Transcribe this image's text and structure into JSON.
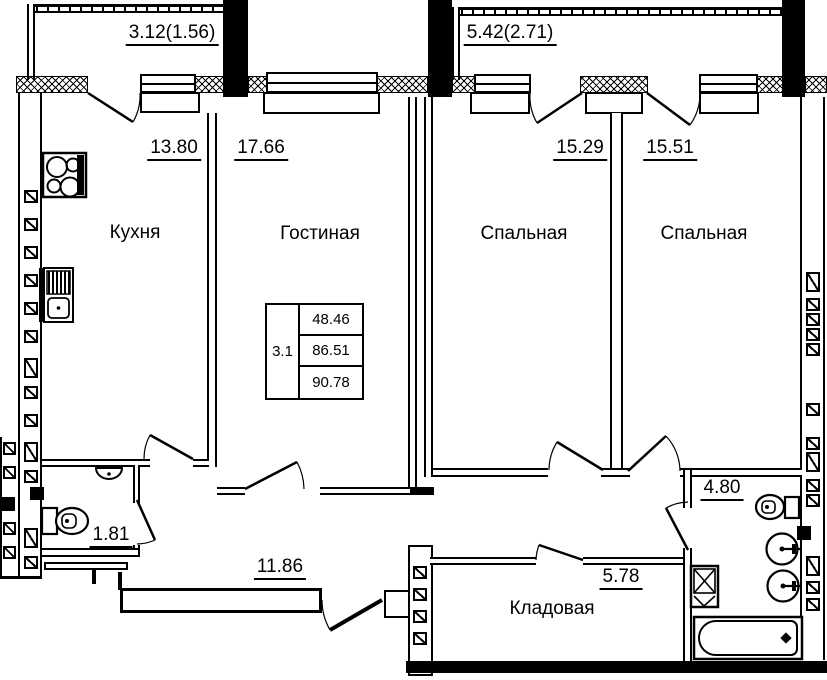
{
  "balconies": {
    "left": {
      "label": "3.12(1.56)"
    },
    "right": {
      "label": "5.42(2.71)"
    }
  },
  "rooms": {
    "kitchen": {
      "name": "Кухня",
      "area": "13.80"
    },
    "living": {
      "name": "Гостиная",
      "area": "17.66"
    },
    "bedroom1": {
      "name": "Спальная",
      "area": "15.29"
    },
    "bedroom2": {
      "name": "Спальная",
      "area": "15.51"
    },
    "wc": {
      "area": "1.81"
    },
    "hall": {
      "area": "11.86"
    },
    "storage": {
      "name": "Кладовая",
      "area": "5.78"
    },
    "bathroom": {
      "area": "4.80"
    }
  },
  "stamp": {
    "apartment": "3.1",
    "rows": [
      "48.46",
      "86.51",
      "90.78"
    ]
  },
  "colors": {
    "line": "#000000",
    "background": "#ffffff"
  }
}
